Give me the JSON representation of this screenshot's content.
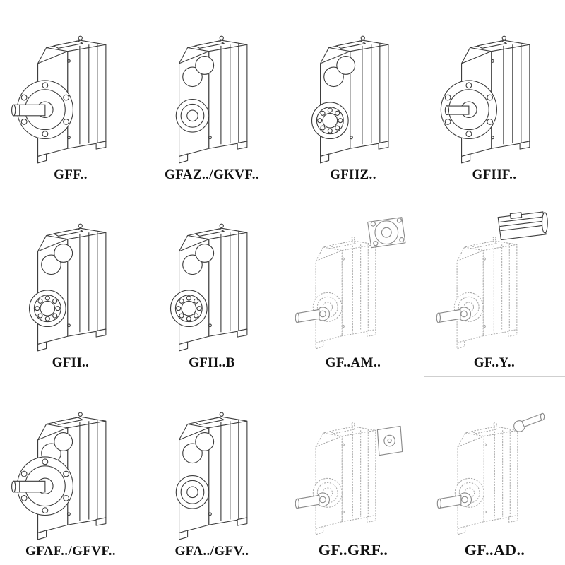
{
  "page": {
    "background": "#ffffff",
    "ink_color": "#3d3d3d",
    "phantom_ink_color": "#a4a4a4",
    "label_color": "#101010"
  },
  "cells": [
    {
      "label": "GFF..",
      "drawing": "flange-mounted-gear-unit-with-output-shaft"
    },
    {
      "label": "GFAZ../GKVF..",
      "drawing": "hollow-shaft-gear-unit"
    },
    {
      "label": "GFHZ..",
      "drawing": "hollow-shaft-shrink-disc-gear-unit"
    },
    {
      "label": "GFHF..",
      "drawing": "flange-mounted-hollow-shaft-gear-unit"
    },
    {
      "label": "GFH..",
      "drawing": "foot-mounted-gear-unit-bearing-view"
    },
    {
      "label": "GFH..B",
      "drawing": "foot-mounted-gear-unit-variant-b"
    },
    {
      "label": "GF..AM..",
      "drawing": "gear-unit-with-iec-adapter-flange-phantom"
    },
    {
      "label": "GF..Y..",
      "drawing": "gear-unit-with-mounted-motor-phantom"
    },
    {
      "label": "GFAF../GFVF..",
      "drawing": "flange-mounted-gear-unit-with-shaft-and-bores"
    },
    {
      "label": "GFA../GFV..",
      "drawing": "hollow-shaft-gear-unit"
    },
    {
      "label": "GF..GRF..",
      "drawing": "gear-unit-with-backstop-block-phantom"
    },
    {
      "label": "GF..AD..",
      "drawing": "gear-unit-with-input-shaft-adapter-phantom"
    }
  ]
}
